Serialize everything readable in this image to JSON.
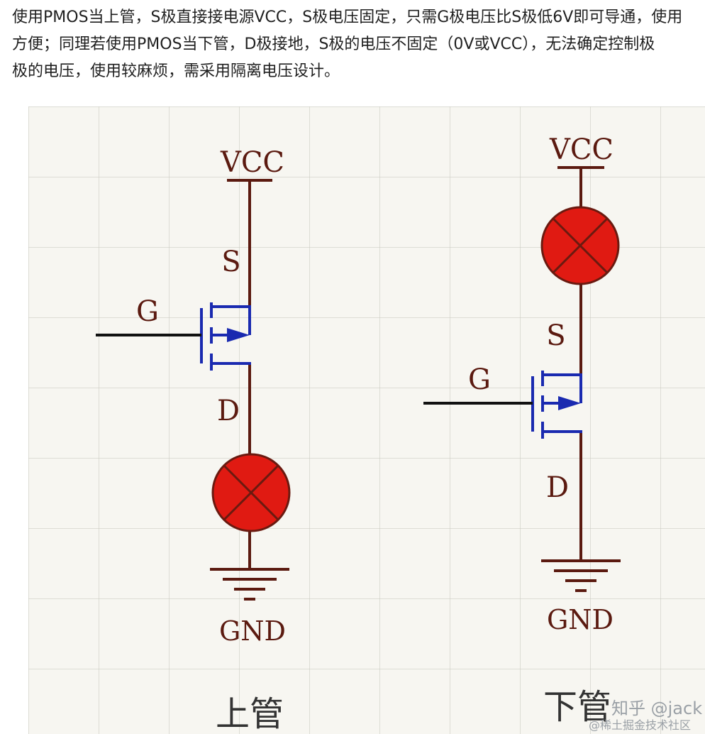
{
  "article": {
    "lines": [
      "使用PMOS当上管，S极直接接电源VCC，S极电压固定，只需G极电压比S极低6V即可导通，使用",
      "方便；同理若使用PMOS当下管，D极接地，S极的电压不固定（0V或VCC），无法确定控制极",
      "极的电压，使用较麻烦，需采用隔离电压设计。"
    ]
  },
  "diagram": {
    "left": {
      "supply": "VCC",
      "source": "S",
      "gate": "G",
      "drain": "D",
      "ground": "GND",
      "caption": "上管"
    },
    "right": {
      "supply": "VCC",
      "source": "S",
      "gate": "G",
      "drain": "D",
      "ground": "GND",
      "caption": "下管"
    },
    "colors": {
      "wire": "#5b1a10",
      "mosfet": "#1a2ab0",
      "lamp": "#e01a12",
      "gate_wire": "#111111",
      "label": "#5b1a10"
    }
  },
  "watermarks": {
    "zhihu": "知乎 @jack",
    "juejin": "@稀土掘金技术社区"
  }
}
